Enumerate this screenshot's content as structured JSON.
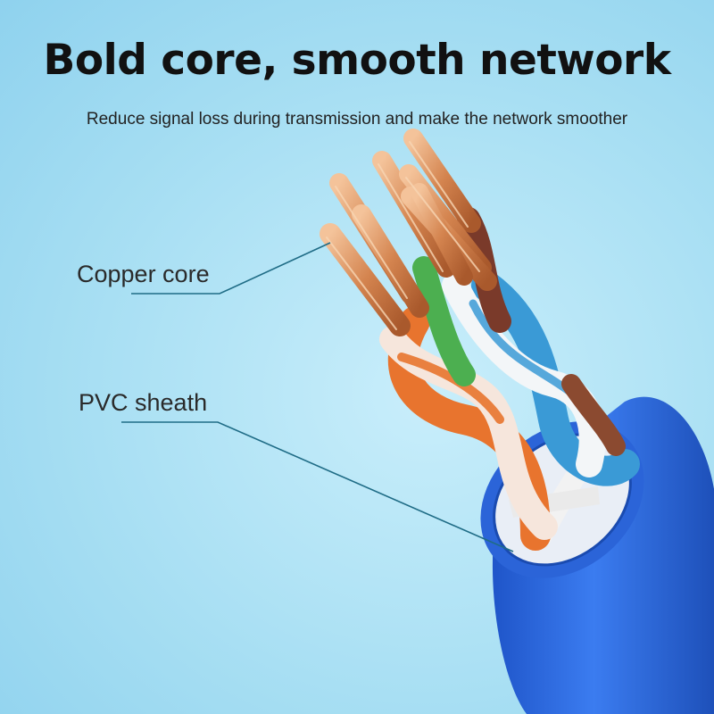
{
  "headline": "Bold core, smooth network",
  "subheadline": "Reduce signal loss during transmission and make the network smoother",
  "callouts": {
    "copper_core": "Copper core",
    "pvc_sheath": "PVC sheath"
  },
  "colors": {
    "background": "#a8dff3",
    "sheath": "#2f6fe0",
    "copper": "#d98a57",
    "pair_orange": "#e8742e",
    "pair_blue": "#3a9ad6",
    "pair_green": "#4caf50",
    "pair_brown": "#7a3a2a",
    "leader_line": "#1f6c86"
  }
}
